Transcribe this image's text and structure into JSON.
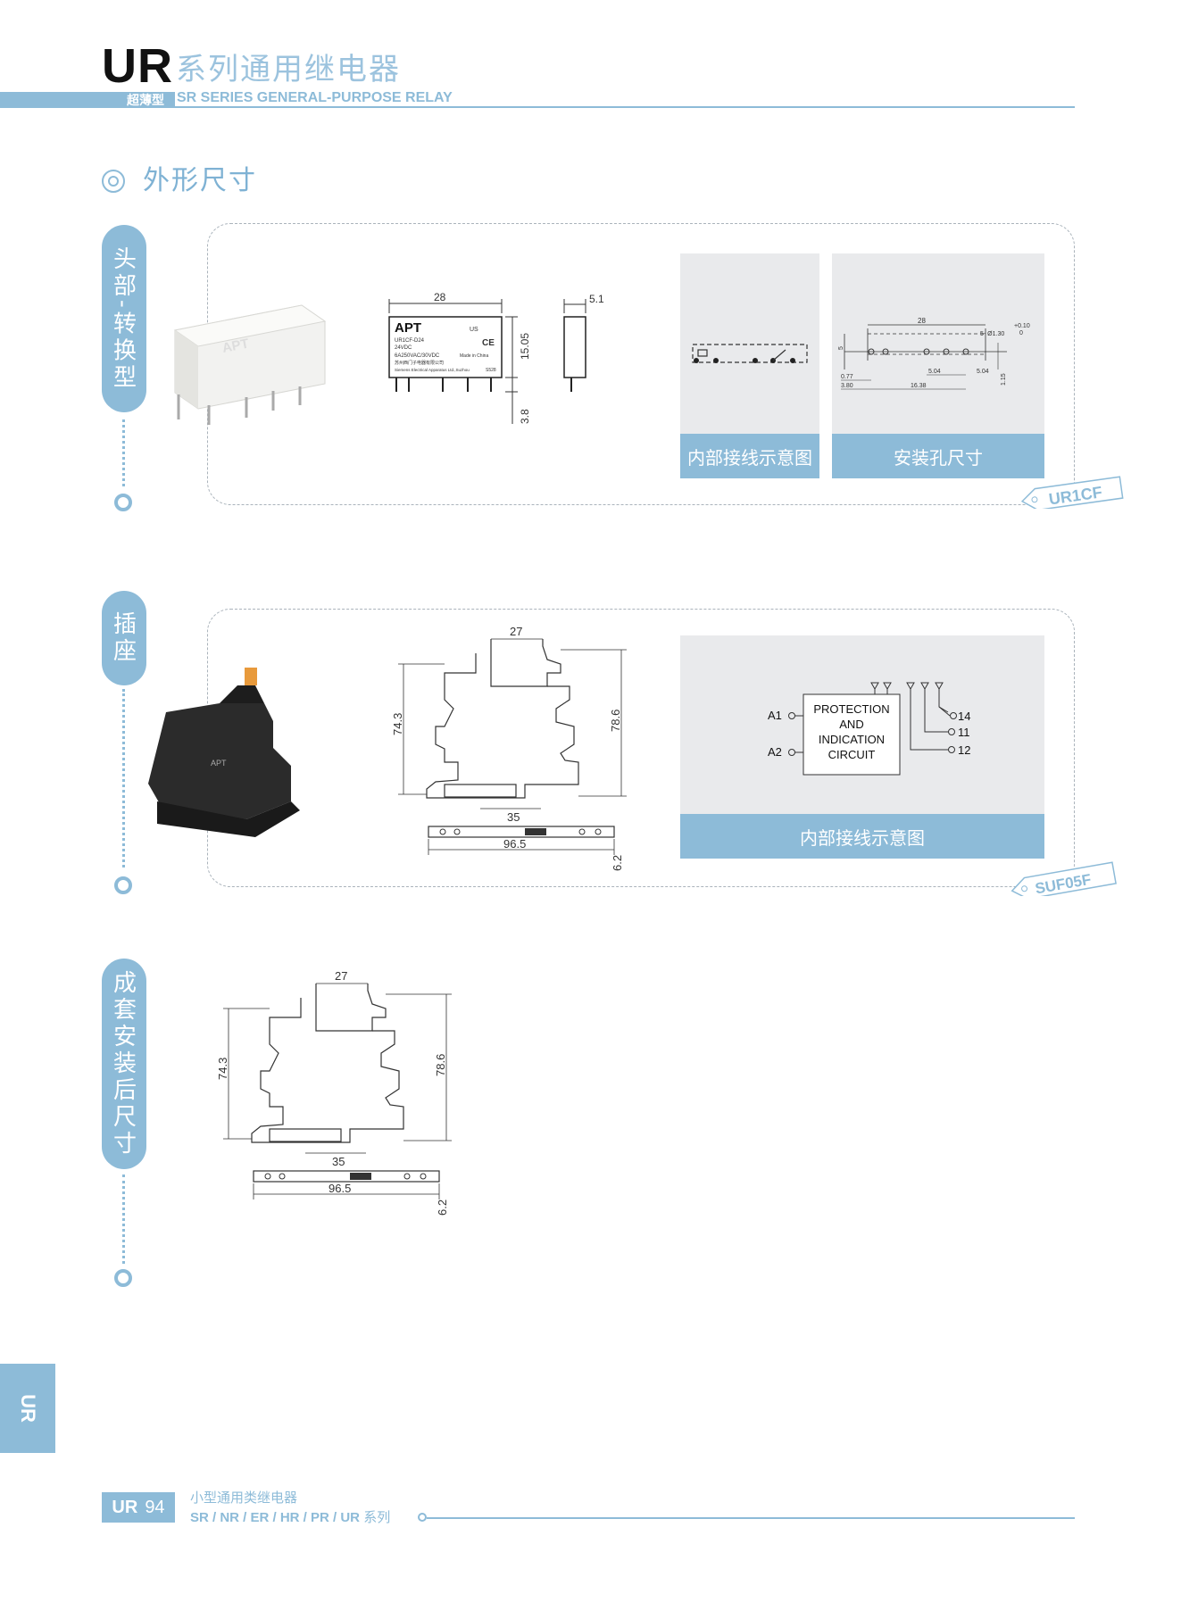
{
  "header": {
    "title_main": "UR",
    "title_cn": "系列通用继电器",
    "sub_cn": "超薄型",
    "sub_en": "SR SERIES GENERAL-PURPOSE RELAY"
  },
  "section": {
    "title": "外形尺寸"
  },
  "relay_section": {
    "label": "头部-转换型",
    "tag": "UR1CF",
    "dims": {
      "width": "28",
      "height": "15.05",
      "pin": "3.8",
      "thickness": "5.1"
    },
    "product_print": {
      "brand": "APT",
      "model": "UR1CF-D24",
      "voltage": "24VDC",
      "rating": "6A250VAC/30VDC",
      "origin": "Made in China",
      "maker_cn": "苏州西门子电器有限公司",
      "maker_en": "Siemens Electrical Apparatus Ltd.,Suzhou",
      "code": "S528",
      "cert_us": "US",
      "cert_ce": "CE"
    },
    "wiring_caption": "内部接线示意图",
    "mount_caption": "安装孔尺寸",
    "mount_dims": {
      "pitch": "28",
      "hole": "5- Ø1.30",
      "tol_plus": "+0.10",
      "tol_zero": "0",
      "height": "5",
      "a": "0.77",
      "b": "3.80",
      "c": "16.38",
      "d": "5.04",
      "e": "5.04",
      "f": "1.15"
    }
  },
  "socket_section": {
    "label": "插座",
    "tag": "SUF05F",
    "dims": {
      "top": "27",
      "left": "74.3",
      "right": "78.6",
      "bottom": "35",
      "length": "96.5",
      "thick": "6.2"
    },
    "circuit": {
      "box_lines": [
        "PROTECTION",
        "AND",
        "INDICATION",
        "CIRCUIT"
      ],
      "a1": "A1",
      "a2": "A2",
      "t14": "14",
      "t11": "11",
      "t12": "12"
    },
    "wiring_caption": "内部接线示意图"
  },
  "assembly_section": {
    "label": "成套安装后尺寸",
    "dims": {
      "top": "27",
      "left": "74.3",
      "right": "78.6",
      "bottom": "35",
      "length": "96.5",
      "thick": "6.2"
    }
  },
  "side_tab": "UR",
  "footer": {
    "prefix": "UR",
    "page": "94",
    "cn_title": "小型通用类继电器",
    "series_codes": "SR / NR / ER / HR / PR / UR",
    "series_suffix": "系列"
  },
  "colors": {
    "accent": "#8dbbd8",
    "grey_box": "#e9eaec",
    "dash": "#aab3bb"
  }
}
